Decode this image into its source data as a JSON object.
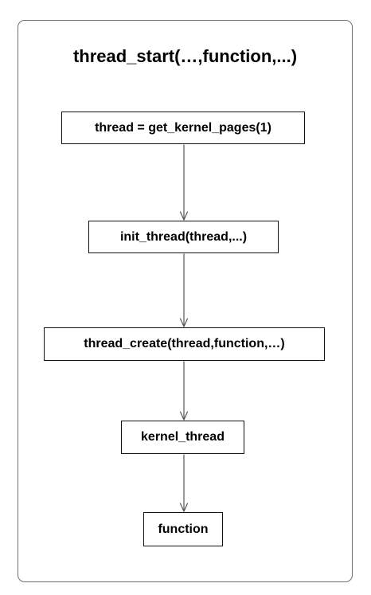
{
  "diagram": {
    "title": "thread_start(…,function,...)",
    "nodes": [
      {
        "id": "n1",
        "label": "thread = get_kernel_pages(1)"
      },
      {
        "id": "n2",
        "label": "init_thread(thread,...)"
      },
      {
        "id": "n3",
        "label": "thread_create(thread,function,…)"
      },
      {
        "id": "n4",
        "label": "kernel_thread"
      },
      {
        "id": "n5",
        "label": "function"
      }
    ],
    "edges": [
      {
        "from": "n1",
        "to": "n2"
      },
      {
        "from": "n2",
        "to": "n3"
      },
      {
        "from": "n3",
        "to": "n4"
      },
      {
        "from": "n4",
        "to": "n5"
      }
    ]
  }
}
